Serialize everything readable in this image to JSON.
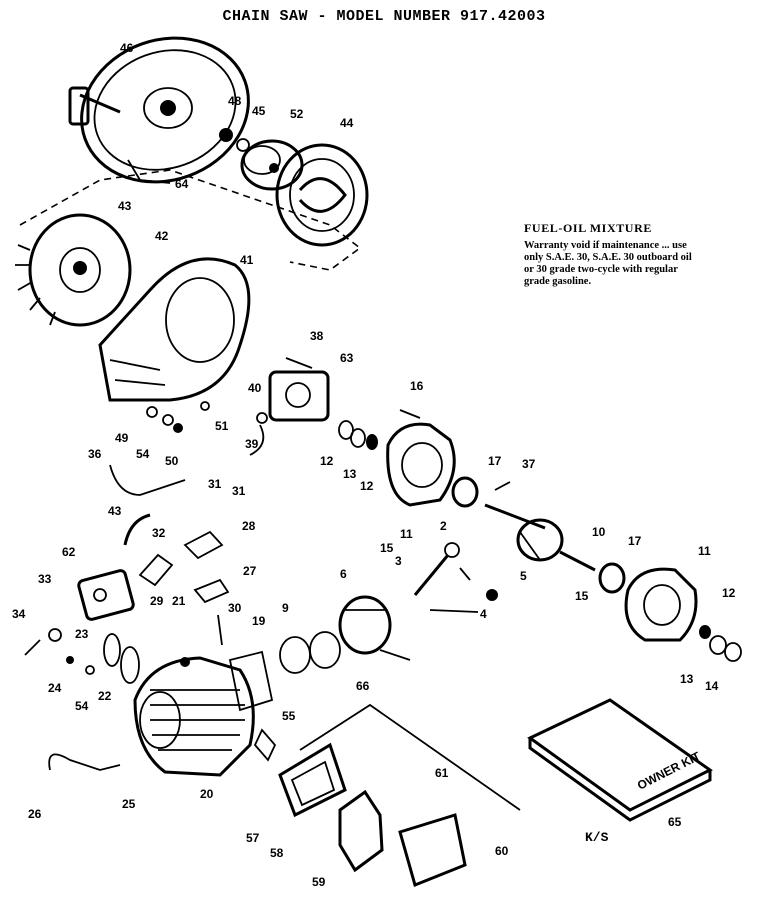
{
  "title": "CHAIN SAW - MODEL NUMBER 917.42003",
  "note": {
    "heading": "FUEL-OIL MIXTURE",
    "text": "Warranty void if maintenance ... use only S.A.E. 30, S.A.E. 30 outboard oil or 30 grade two-cycle with regular grade gasoline."
  },
  "ks_label": "K/S",
  "box_label": "OWNER KIT",
  "part_labels": [
    "46",
    "48",
    "45",
    "52",
    "44",
    "64",
    "43",
    "42",
    "41",
    "38",
    "63",
    "16",
    "40",
    "49",
    "54",
    "50",
    "51",
    "39",
    "12",
    "13",
    "12",
    "17",
    "37",
    "11",
    "15",
    "10",
    "17",
    "11",
    "3",
    "2",
    "5",
    "4",
    "6",
    "15",
    "12",
    "13",
    "14",
    "36",
    "31",
    "31",
    "43",
    "32",
    "28",
    "29",
    "27",
    "62",
    "33",
    "21",
    "30",
    "34",
    "23",
    "19",
    "9",
    "24",
    "54",
    "22",
    "55",
    "20",
    "26",
    "25",
    "65",
    "61",
    "57",
    "58",
    "59",
    "60",
    "66"
  ]
}
